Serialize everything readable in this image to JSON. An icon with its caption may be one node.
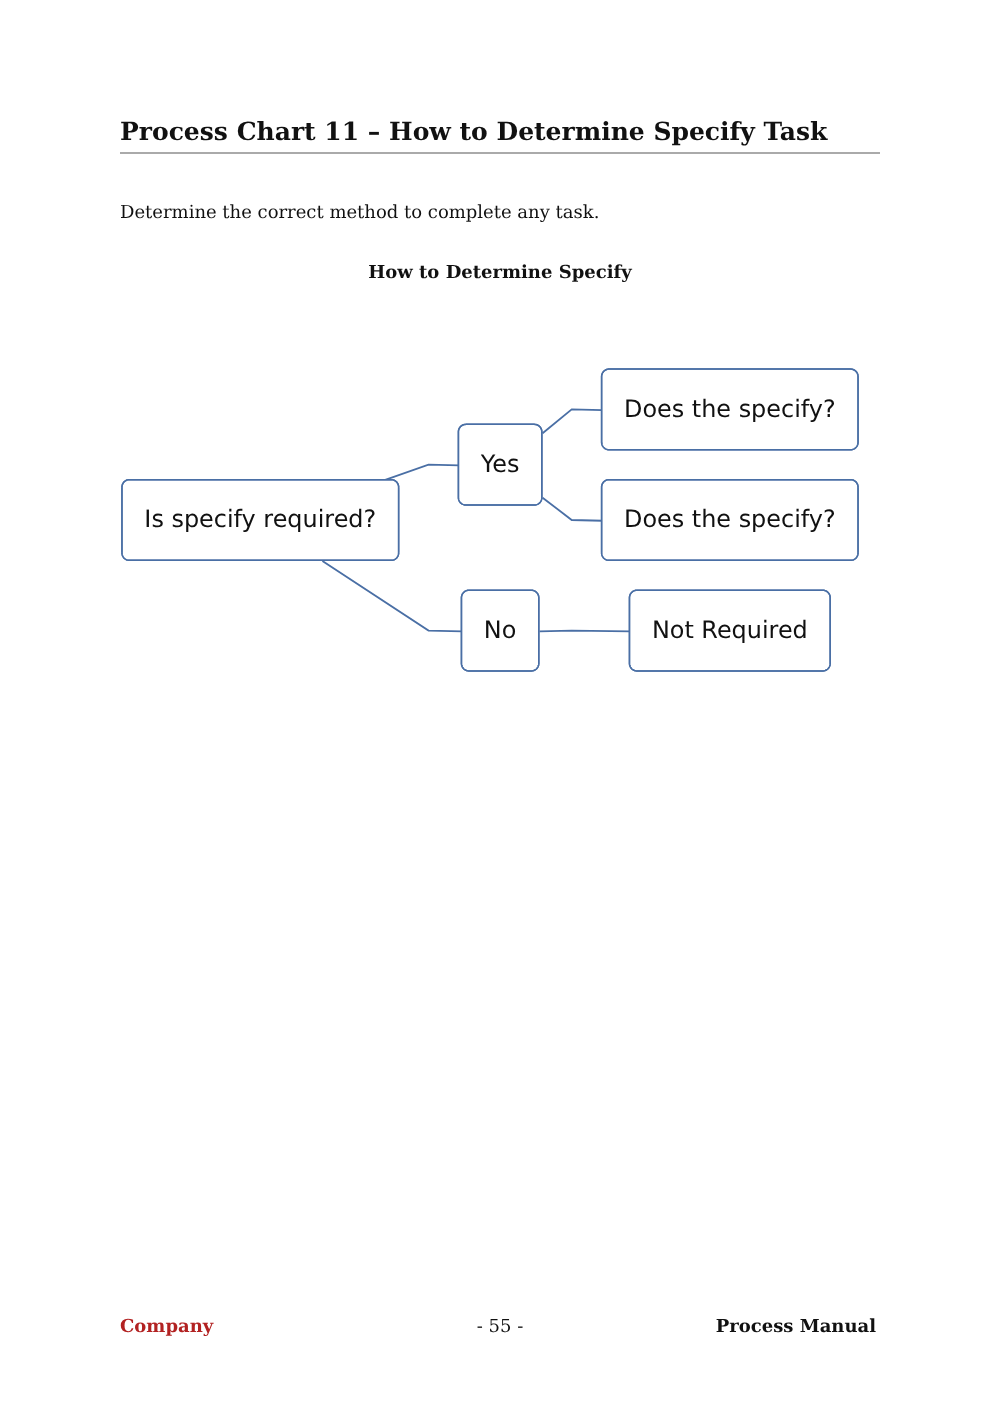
{
  "diagram": {
    "title": "Process Chart 11 – How to Determine Specify Task",
    "nodes": [
      {
        "text": [
          "Is specify required?"
        ]
      },
      {
        "text": [
          "Yes"
        ]
      },
      {
        "text": [
          "No"
        ]
      },
      {
        "text": [
          "Does the specify?"
        ]
      },
      {
        "text": [
          "Does the specify?"
        ]
      },
      {
        "text": [
          "Not Required"
        ]
      }
    ],
    "edges": [
      {
        "from": 0,
        "to": 1,
        "arrow": "none"
      },
      {
        "from": 0,
        "to": 2,
        "arrow": "none"
      },
      {
        "from": 1,
        "to": 3,
        "arrow": "none"
      },
      {
        "from": 1,
        "to": 4,
        "arrow": "none"
      },
      {
        "from": 2,
        "to": 5,
        "arrow": "none"
      }
    ],
    "labels": [
      "Determine the correct method to complete any task.",
      "How to Determine Specify",
      "Company",
      "- 55 -",
      "Process Manual"
    ]
  }
}
